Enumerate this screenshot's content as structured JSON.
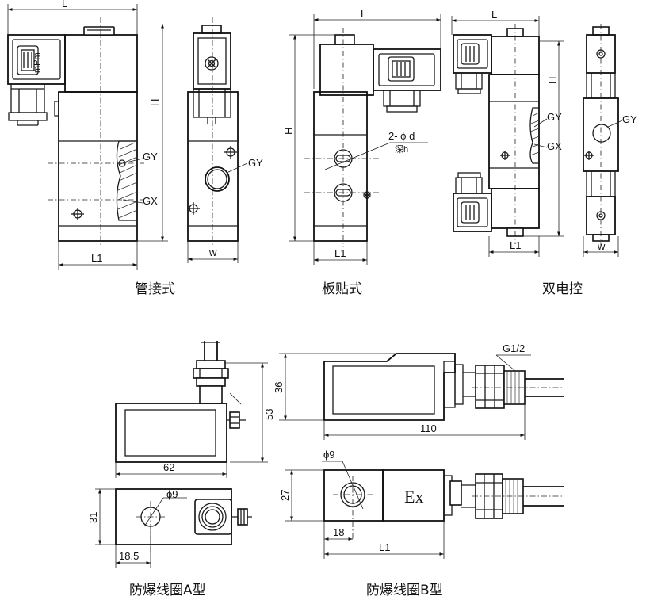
{
  "captions": {
    "pipe": "管接式",
    "plate": "板贴式",
    "dual": "双电控",
    "explosion_a": "防爆线圈A型",
    "explosion_b": "防爆线圈B型"
  },
  "dimensions": {
    "L": "L",
    "L1": "L1",
    "H": "H",
    "W": "w",
    "GY": "GY",
    "GX": "GX",
    "holes_note": "2- ϕ  d",
    "depth_note": "深h",
    "dim_36": "36",
    "dim_53": "53",
    "dim_62": "62",
    "dim_110": "110",
    "dim_31": "31",
    "dim_18_5": "18.5",
    "dim_27": "27",
    "dim_18": "18",
    "phi9": "ϕ9",
    "thread": "G1/2"
  },
  "coil_mark": "Ex",
  "coil_label": "mPm"
}
